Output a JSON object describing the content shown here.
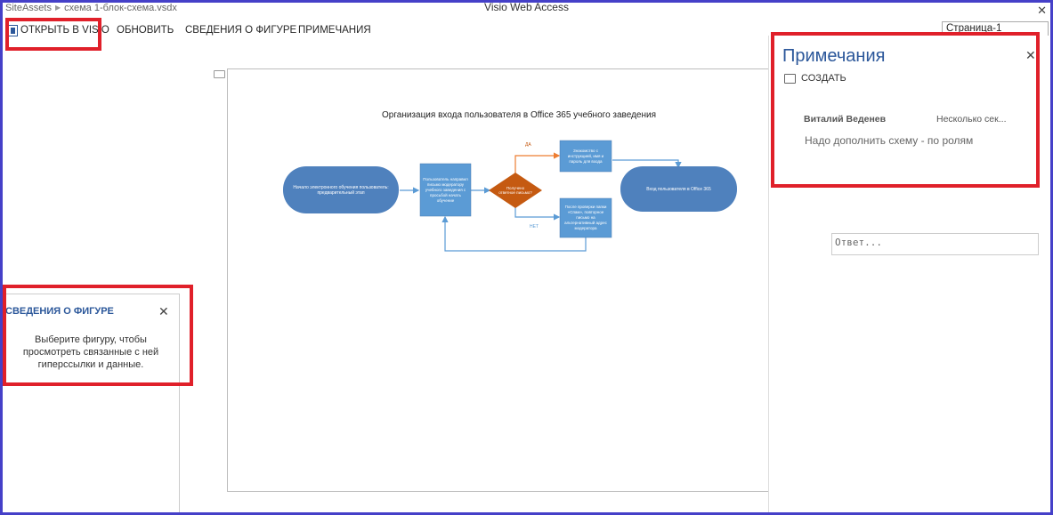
{
  "titlebar": {
    "breadcrumb": [
      "SiteAssets",
      "схема 1-блок-схема.vsdx"
    ],
    "app_title": "Visio Web Access",
    "close_glyph": "✕"
  },
  "toolbar": {
    "open_in_visio": "ОТКРЫТЬ В VISIO",
    "refresh": "ОБНОВИТЬ",
    "shape_info": "СВЕДЕНИЯ О ФИГУРЕ",
    "comments": "ПРИМЕЧАНИЯ",
    "page_selector": "Страница-1"
  },
  "shape_info_panel": {
    "title": "СВЕДЕНИЯ О ФИГУРЕ",
    "close_glyph": "✕",
    "message": "Выберите фигуру, чтобы просмотреть связанные с ней гиперссылки и данные."
  },
  "diagram": {
    "title": "Организация входа пользователя в Office 365 учебного заведения",
    "start": "Начало электронного обучения пользователь: предварительный этап",
    "step1": "Пользователь направил письмо модератору учебного заведения с просьбой начать обучение",
    "decision": "Получено ответное письмо?",
    "yes_label": "ДА",
    "no_label": "НЕТ",
    "yes_box": "Знакомство с инструкцией, имя и пароль для входа",
    "no_box": "После проверки папки «Спам», повторное письмо на альтернативный адрес модератора",
    "end": "Вход пользователя в Office 365",
    "colors": {
      "terminal": "#4f81bd",
      "process": "#5b9bd5",
      "decision": "#c55a11",
      "yes_arrow": "#ed7d31",
      "no_arrow": "#5b9bd5"
    }
  },
  "comments_panel": {
    "title": "Примечания",
    "close_glyph": "✕",
    "create_label": "СОЗДАТЬ",
    "author": "Виталий Веденев",
    "time": "Несколько сек...",
    "text": "Надо дополнить схему - по ролям",
    "reply_placeholder": "Ответ..."
  },
  "highlight_color": "#e0202a"
}
